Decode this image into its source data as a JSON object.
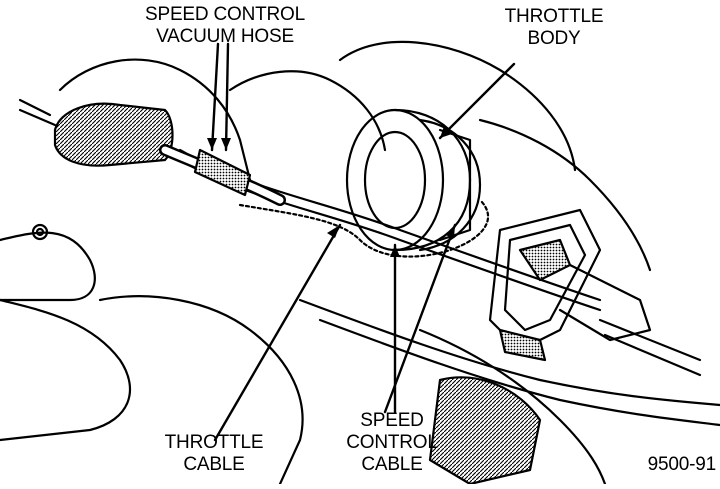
{
  "labels": {
    "speed_control_vacuum_hose": [
      "SPEED CONTROL",
      "VACUUM HOSE"
    ],
    "throttle_body": [
      "THROTTLE",
      "BODY"
    ],
    "throttle_cable": [
      "THROTTLE",
      "CABLE"
    ],
    "speed_control_cable": [
      "SPEED",
      "CONTROL",
      "CABLE"
    ]
  },
  "figure_code": "9500-91",
  "colors": {
    "ink": "#000000",
    "paper": "#ffffff",
    "shade": "#6e6e6e"
  }
}
